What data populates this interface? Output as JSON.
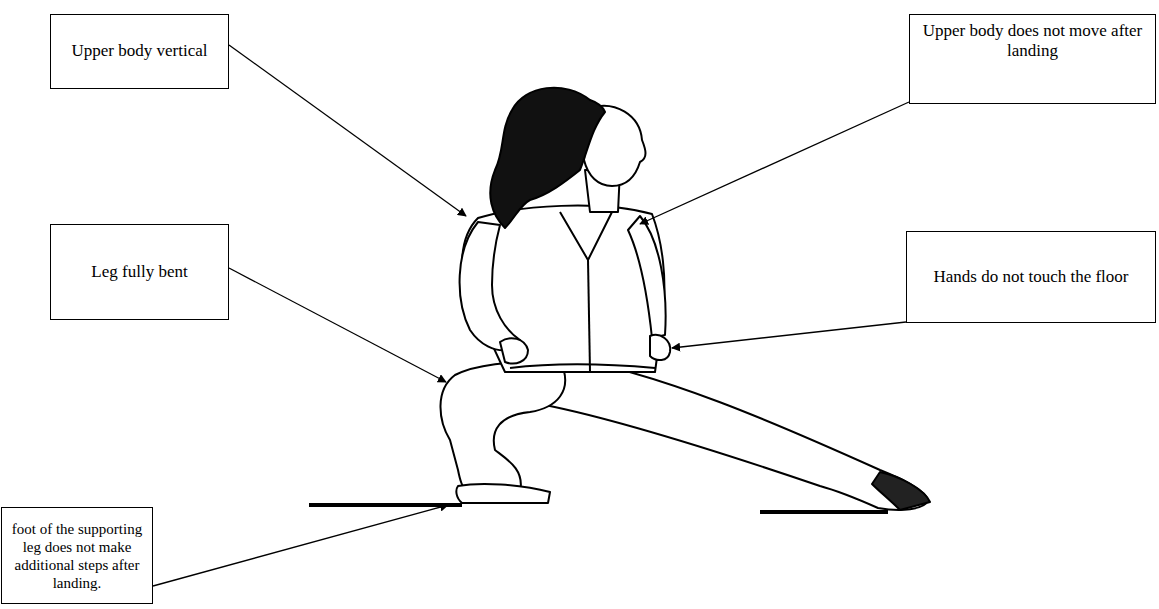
{
  "diagram": {
    "nodes": [
      {
        "text": [
          "Upper body vertical"
        ]
      },
      {
        "text": [
          "Upper body does not move after landing"
        ]
      },
      {
        "text": [
          "Leg fully bent"
        ]
      },
      {
        "text": [
          "Hands do not touch the floor"
        ]
      },
      {
        "text": [
          "foot of the supporting leg does not make additional steps after landing."
        ]
      }
    ]
  }
}
